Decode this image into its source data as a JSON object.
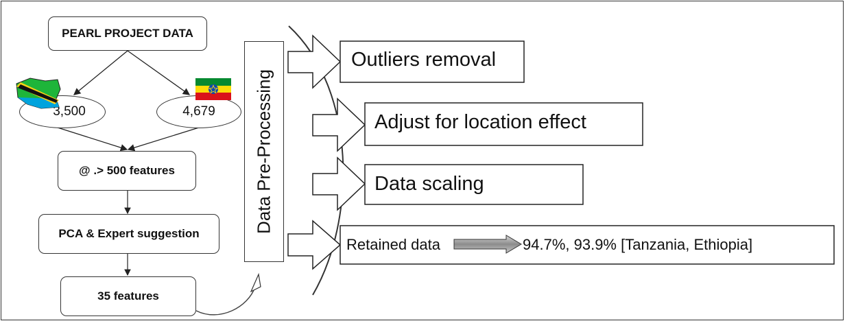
{
  "source": {
    "title": "PEARL PROJECT DATA"
  },
  "countries": [
    {
      "count": "3,500",
      "flag": "tanzania-flag-icon"
    },
    {
      "count": "4,679",
      "flag": "ethiopia-flag-icon"
    }
  ],
  "steps": [
    {
      "label": "@ .> 500 features"
    },
    {
      "label": "PCA & Expert suggestion"
    },
    {
      "label": "35 features"
    }
  ],
  "preprocessing": {
    "title": "Data Pre-Processing",
    "items": [
      {
        "label": "Outliers removal"
      },
      {
        "label": "Adjust for location effect"
      },
      {
        "label": "Data scaling"
      }
    ],
    "retained": {
      "label": "Retained data",
      "value": "94.7%, 93.9% [Tanzania, Ethiopia]"
    }
  },
  "colors": {
    "tanzania_green": "#1eb53a",
    "tanzania_blue": "#00a3dd",
    "tanzania_yellow": "#fcd116",
    "ethiopia_green": "#078930",
    "ethiopia_yellow": "#fcdd09",
    "ethiopia_red": "#da121a",
    "ethiopia_emblem": "#0f47af"
  }
}
